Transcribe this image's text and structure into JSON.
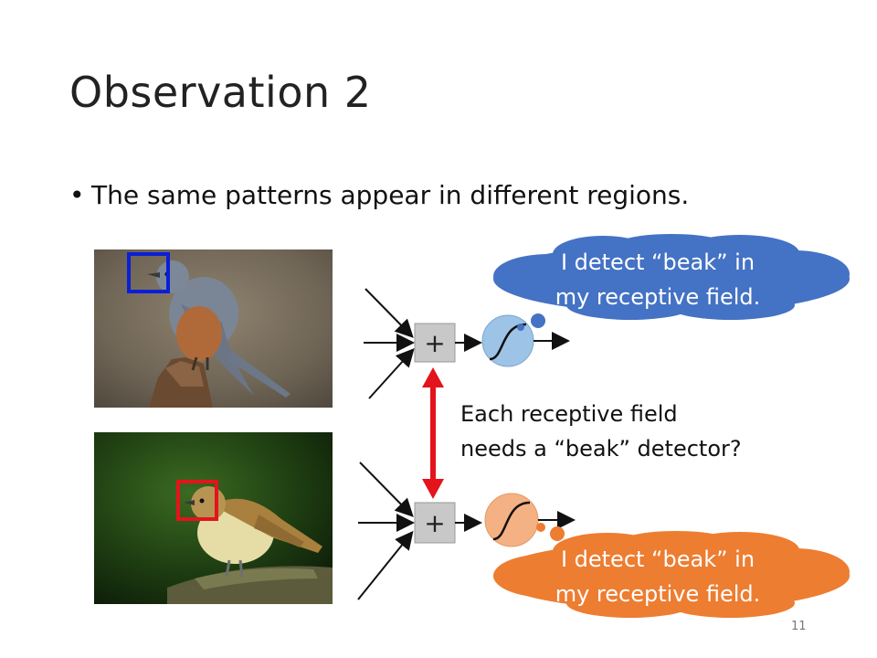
{
  "slide": {
    "title": "Observation 2",
    "bullet": "The same patterns appear in different regions.",
    "top_cloud": {
      "line1": "I detect “beak” in",
      "line2": "my receptive field.",
      "color": "#4472C4"
    },
    "bottom_cloud": {
      "line1": "I detect “beak” in",
      "line2": "my receptive field.",
      "color": "#ED7D31"
    },
    "middle_note": {
      "line1": "Each receptive field",
      "line2": "needs a “beak” detector?"
    },
    "sum_symbol": "+",
    "page_number": "11",
    "colors": {
      "top_box": "#0B1FD6",
      "bottom_box": "#E3141B",
      "arrow": "#E3141B"
    },
    "icons": [
      "bird-photo",
      "plus-node-icon",
      "sigmoid-neuron-icon",
      "double-arrow-icon"
    ]
  }
}
